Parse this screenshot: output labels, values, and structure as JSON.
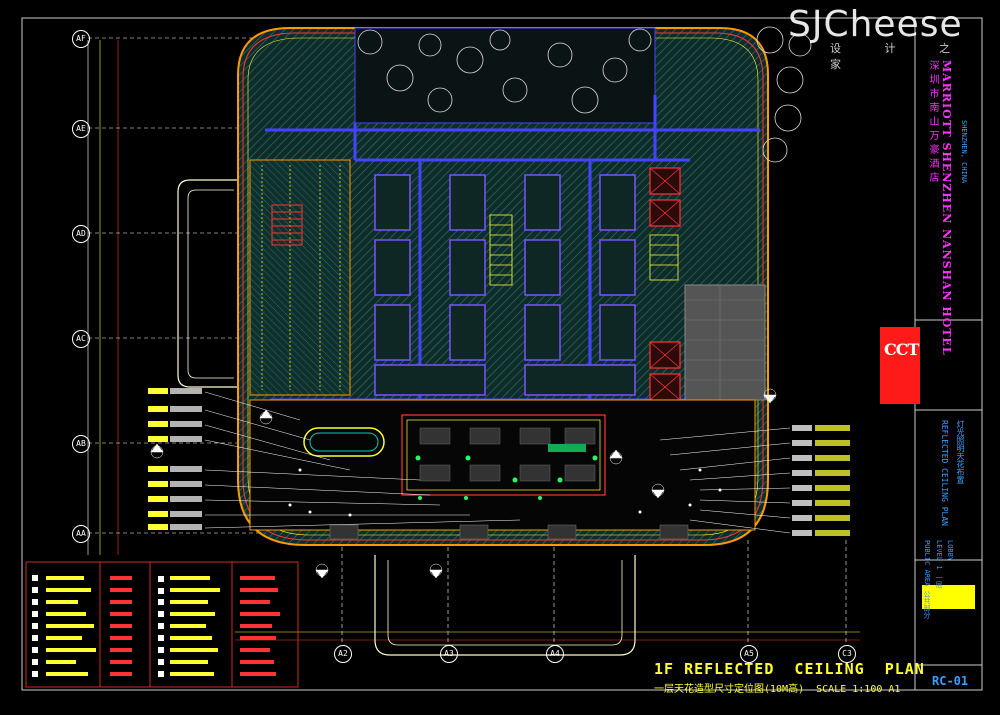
{
  "watermark": {
    "brand": "SJCheese",
    "sub": "设 计 之 家"
  },
  "title_block": {
    "plan_title": "1F REFLECTED  CEILING  PLAN",
    "plan_subtitle": "一层天花造型尺寸定位图(10M高)  SCALE 1:100 A1",
    "sheet_number": "RC-01",
    "logo_text": "CCT",
    "hotel_name_en": "MARRIOTT SHENZHEN NANSHAN HOTEL",
    "hotel_name_cn": "深圳市南山万豪酒店",
    "hotel_location": "SHENZHEN, CHINA",
    "sheet_desc_cn": "灯光照明天花布置",
    "sheet_desc_en": "REFLECTED CEILING PLAN",
    "area_label": "PUBLIC AREA  公共部分",
    "level_label": "LEVEL 1  一层",
    "lobby_label": "LOBBY"
  },
  "grid_rows": [
    "AF",
    "AE",
    "AD",
    "AC",
    "AB",
    "AA"
  ],
  "grid_cols": [
    "A2",
    "A3",
    "A4",
    "A5",
    "C3"
  ],
  "colors": {
    "background": "#000000",
    "building_outline": "#ff9900",
    "hatch": "#1f5f5a",
    "walls": "#4444ff",
    "dim": "#ffff33",
    "callout": "#ffffff",
    "legend_frame": "#ff3333",
    "title_accent": "#ff1a1a"
  },
  "icons": [
    "tree-icon",
    "grid-bubble-icon",
    "section-marker-icon",
    "elevator-icon",
    "stair-icon",
    "hotel-logo-icon"
  ]
}
